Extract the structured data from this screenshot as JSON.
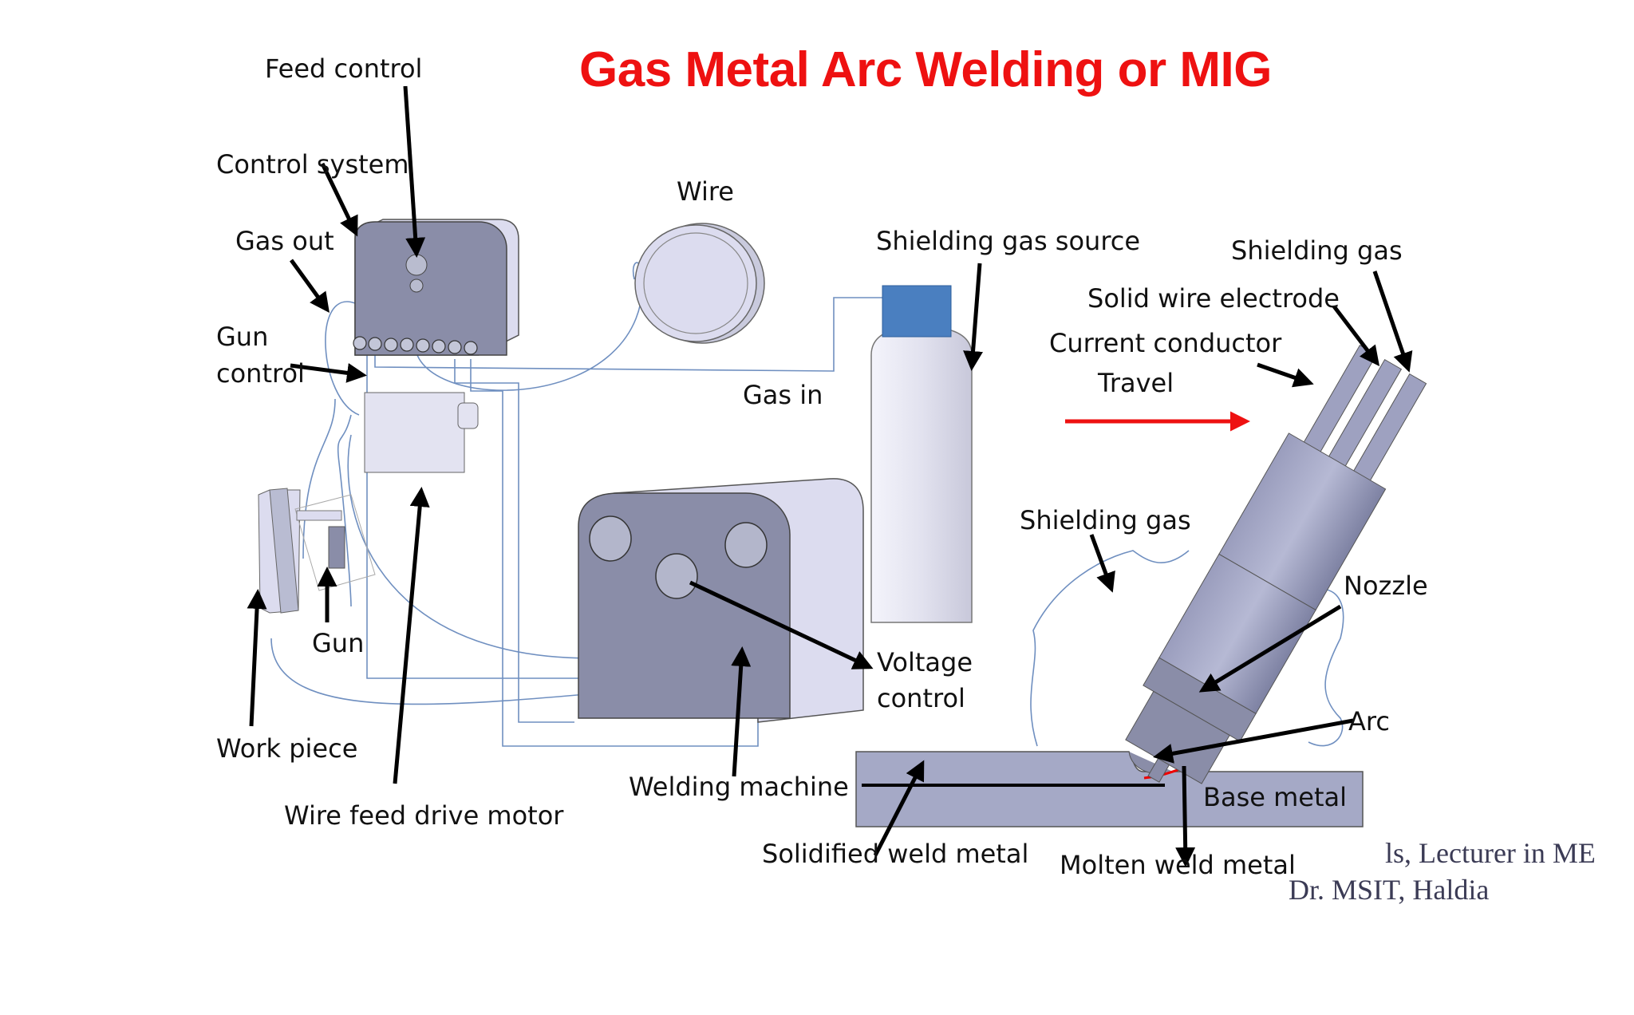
{
  "title": "Gas Metal Arc Welding or MIG",
  "labels": {
    "feed_control": "Feed control",
    "control_system": "Control system",
    "gas_out": "Gas out",
    "gun_control_1": "Gun",
    "gun_control_2": "control",
    "wire": "Wire",
    "shielding_gas_source": "Shielding gas source",
    "shielding_gas_top": "Shielding gas",
    "solid_wire_electrode": "Solid wire electrode",
    "current_conductor": "Current conductor",
    "travel": "Travel",
    "gas_in": "Gas in",
    "shielding_gas_mid": "Shielding gas",
    "nozzle": "Nozzle",
    "gun": "Gun",
    "voltage_control_1": "Voltage",
    "voltage_control_2": "control",
    "arc": "Arc",
    "work_piece": "Work piece",
    "welding_machine": "Welding machine",
    "base_metal": "Base metal",
    "wire_feed_drive_motor": "Wire feed drive motor",
    "solidified_weld_metal": "Solidified weld metal",
    "molten_weld_metal": "Molten weld metal"
  },
  "credit": {
    "line1": "ls, Lecturer in ME",
    "line2": "Dr. MSIT, Haldia"
  },
  "colors": {
    "title": "#ee1111",
    "travel_arrow": "#ee1111",
    "equipment_dark": "#8a8da8",
    "equipment_light": "#dcdcef",
    "cables": "#6f8fc0",
    "cylinder_cap": "#4a7fc0"
  }
}
